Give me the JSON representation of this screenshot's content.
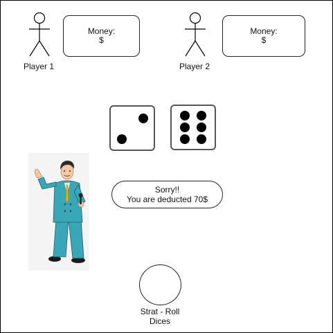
{
  "players": [
    {
      "name": "Player 1",
      "money_label": "Money:",
      "money_value": "$"
    },
    {
      "name": "Player 2",
      "money_label": "Money:",
      "money_value": "$"
    }
  ],
  "dice": [
    {
      "face": 2
    },
    {
      "face": 6
    }
  ],
  "message": {
    "line1": "Sorry!!",
    "line2": "You are deducted 70$"
  },
  "roll_button": {
    "label_line1": "Strat - Roll",
    "label_line2": "Dices"
  },
  "host": {
    "icon": "game-show-host-illustration-icon",
    "suit_color": "#3aa7b8",
    "tie_color": "#f0b400"
  }
}
